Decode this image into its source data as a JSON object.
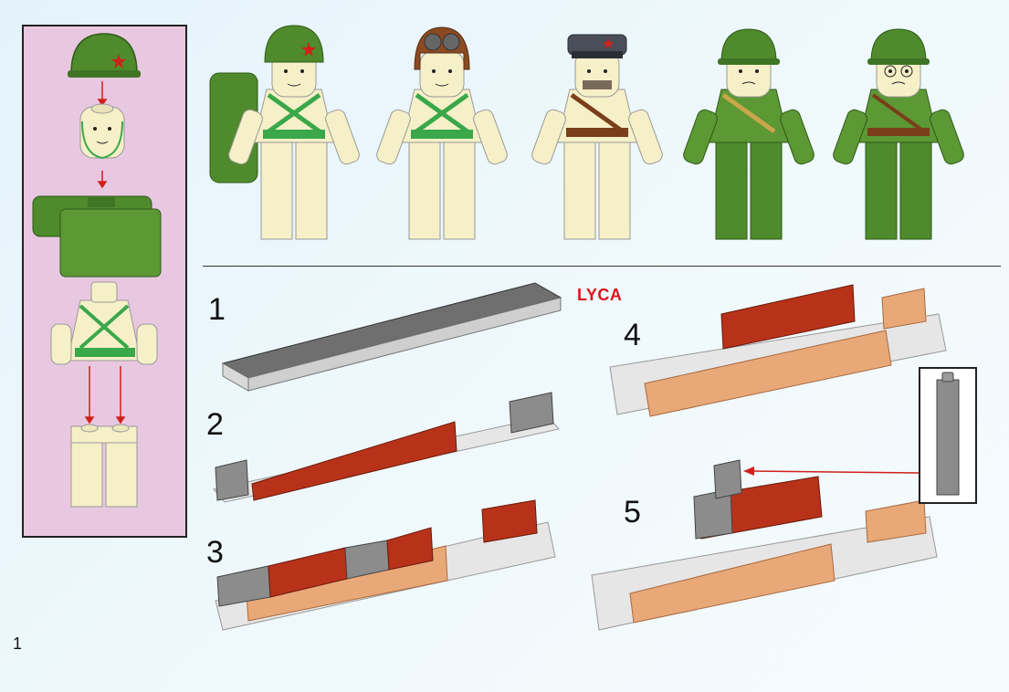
{
  "brand": "LYCA",
  "page_number": "1",
  "steps": [
    {
      "number": "1"
    },
    {
      "number": "2"
    },
    {
      "number": "3"
    },
    {
      "number": "4"
    },
    {
      "number": "5"
    }
  ],
  "colors": {
    "army_green": "#4f8a2c",
    "cream": "#f6f0c8",
    "brick_red": "#b8321a",
    "tan_brick": "#e9a878",
    "grey_brick": "#8c8c8c",
    "lilac_panel": "#e8c8e0",
    "arrow_red": "#d0201a"
  },
  "icons": [
    "red-star-icon",
    "assembly-arrow-icon",
    "callout-arrow-icon"
  ]
}
